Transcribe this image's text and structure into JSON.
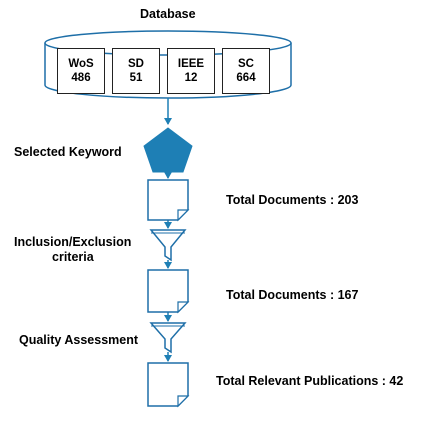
{
  "database": {
    "title": "Database",
    "sources": [
      {
        "name": "WoS",
        "count": "486"
      },
      {
        "name": "SD",
        "count": "51"
      },
      {
        "name": "IEEE",
        "count": "12"
      },
      {
        "name": "SC",
        "count": "664"
      }
    ]
  },
  "steps": {
    "selected_keyword": "Selected Keyword",
    "inclusion_line1": "Inclusion/Exclusion",
    "inclusion_line2": "criteria",
    "quality": "Quality Assessment"
  },
  "results": {
    "total1": "Total Documents : 203",
    "total2": "Total Documents : 167",
    "total3": "Total Relevant Publications : 42"
  },
  "colors": {
    "accent": "#1e7fb5",
    "cylinder_fill": "#ffffff",
    "stroke": "#1e6fa8"
  }
}
